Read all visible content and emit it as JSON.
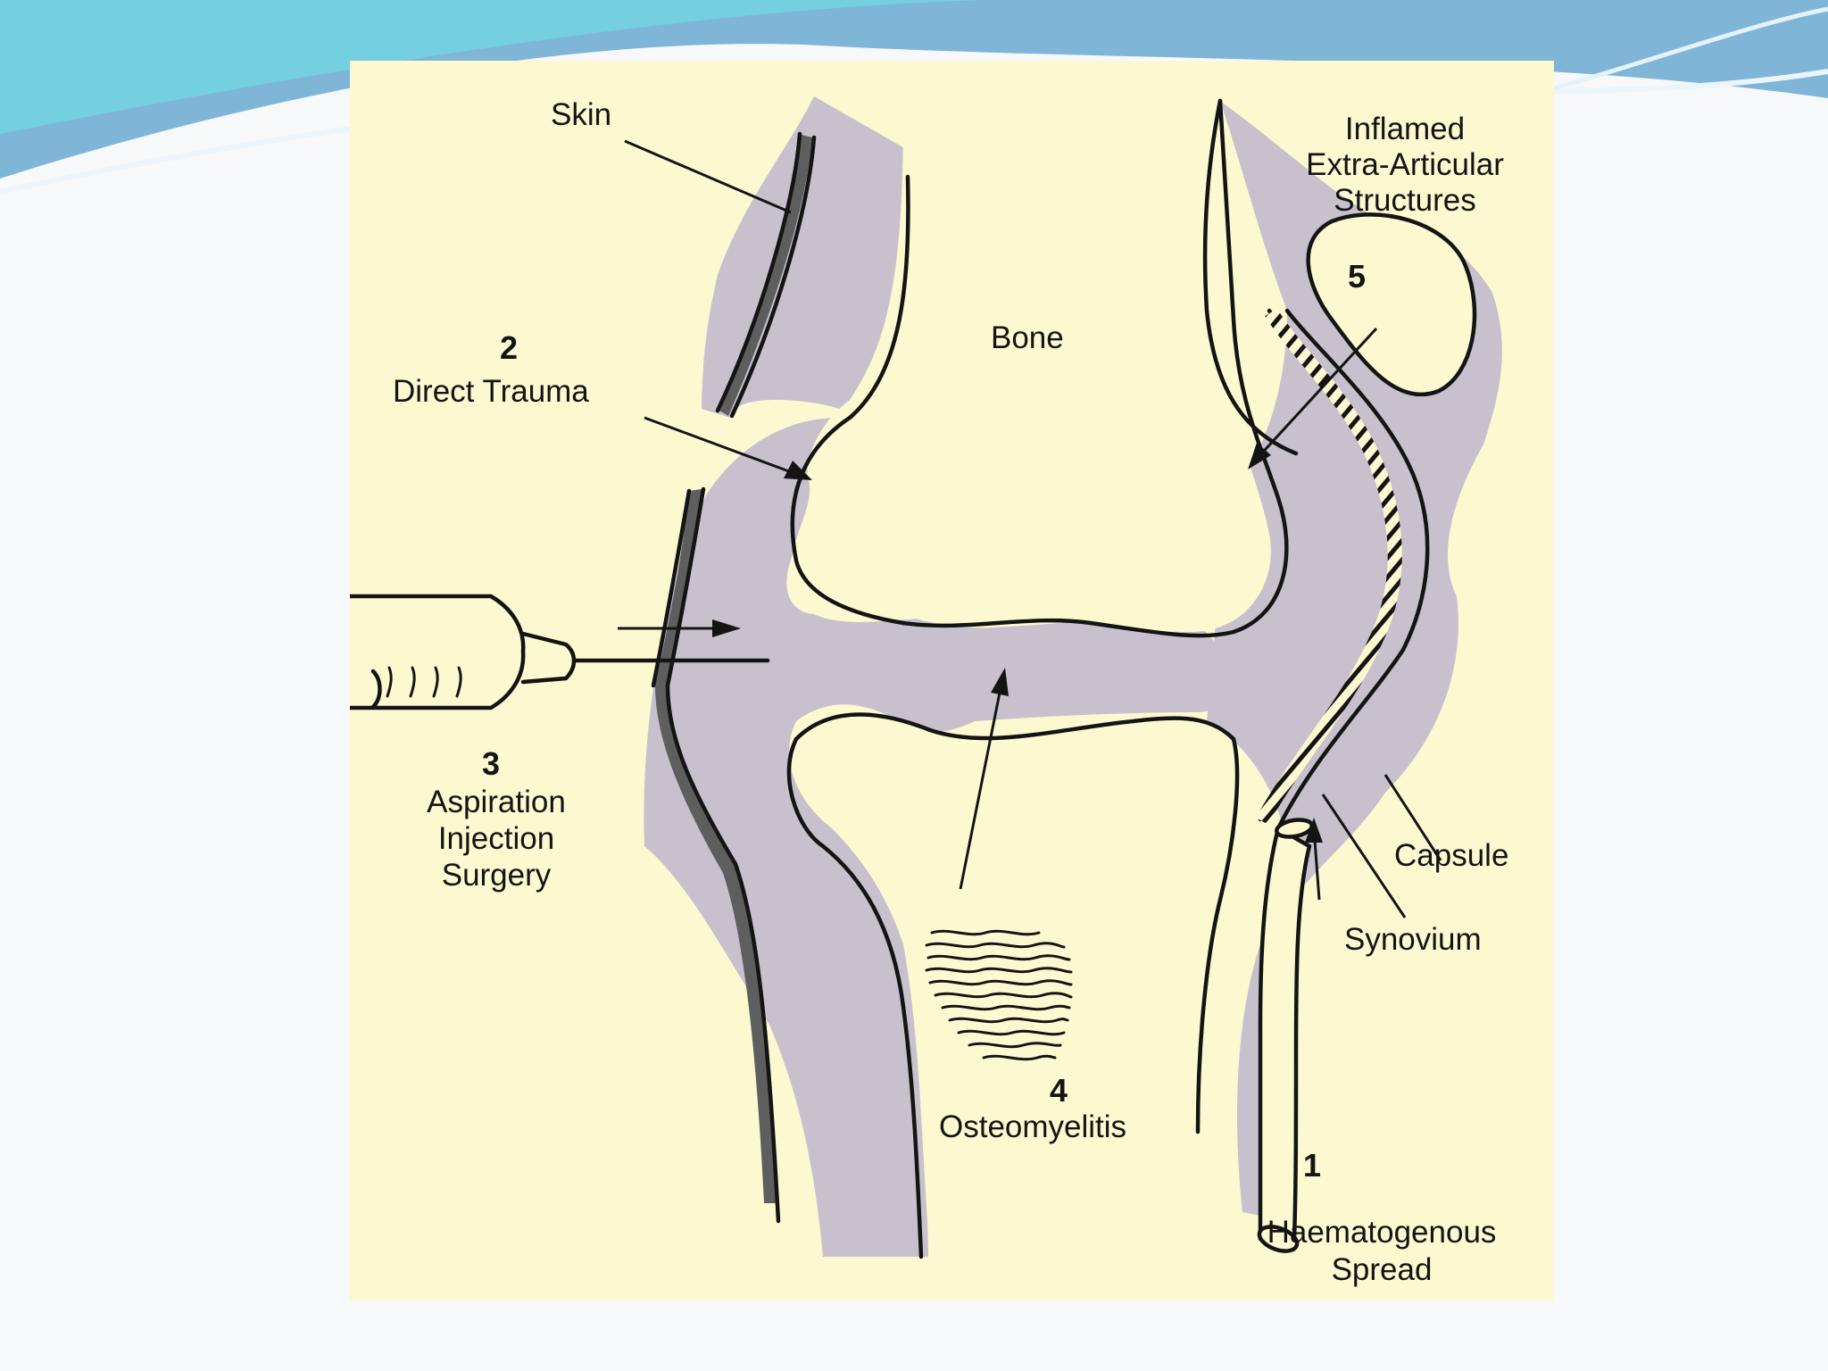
{
  "colors": {
    "slide_background": "#f7f8f9",
    "wave_teal": "#74cfe0",
    "wave_blue": "#7fb6d8",
    "panel_background": "#fcf9d1",
    "tissue_fill": "#c8c0cd",
    "skin_band": "#5e5e5e",
    "ink": "#141414"
  },
  "labels": {
    "skin": "Skin",
    "bone": "Bone",
    "inflamed": [
      "Inflamed",
      "Extra-Articular",
      "Structures"
    ],
    "capsule": "Capsule",
    "synovium": "Synovium",
    "direct_trauma_num": "2",
    "direct_trauma": "Direct Trauma",
    "aspiration_num": "3",
    "aspiration": [
      "Aspiration",
      "Injection",
      "Surgery"
    ],
    "osteomyelitis_num": "4",
    "osteomyelitis": "Osteomyelitis",
    "extra_articular_num": "5",
    "haematogenous_num": "1",
    "haematogenous": [
      "Haematogenous",
      "Spread"
    ]
  }
}
